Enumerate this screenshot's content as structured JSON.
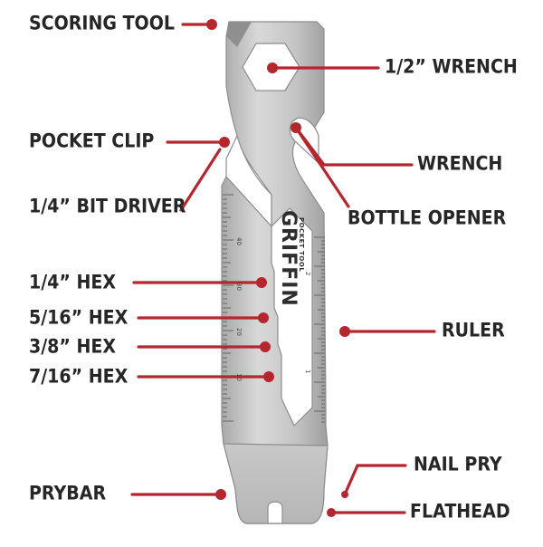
{
  "brand": {
    "name": "GRIFFIN",
    "subtitle": "POCKET TOOL"
  },
  "colors": {
    "callout": "#b5262e",
    "text": "#262626",
    "steel": "#c9c9c9",
    "steel_dark": "#9a9a9a"
  },
  "ruler_marks": [
    "40",
    "30",
    "20",
    "10",
    "2",
    "1"
  ],
  "labels": {
    "scoring_tool": "SCORING TOOL",
    "half_wrench": "1/2” WRENCH",
    "pocket_clip": "POCKET CLIP",
    "wrench": "WRENCH",
    "quarter_bit_driver": "1/4” BIT DRIVER",
    "bottle_opener": "BOTTLE OPENER",
    "quarter_hex": "1/4” HEX",
    "five_sixteenths_hex": "5/16” HEX",
    "three_eighths_hex": "3/8” HEX",
    "seven_sixteenths_hex": "7/16” HEX",
    "ruler": "RULER",
    "nail_pry": "NAIL PRY",
    "prybar": "PRYBAR",
    "flathead": "FLATHEAD"
  }
}
